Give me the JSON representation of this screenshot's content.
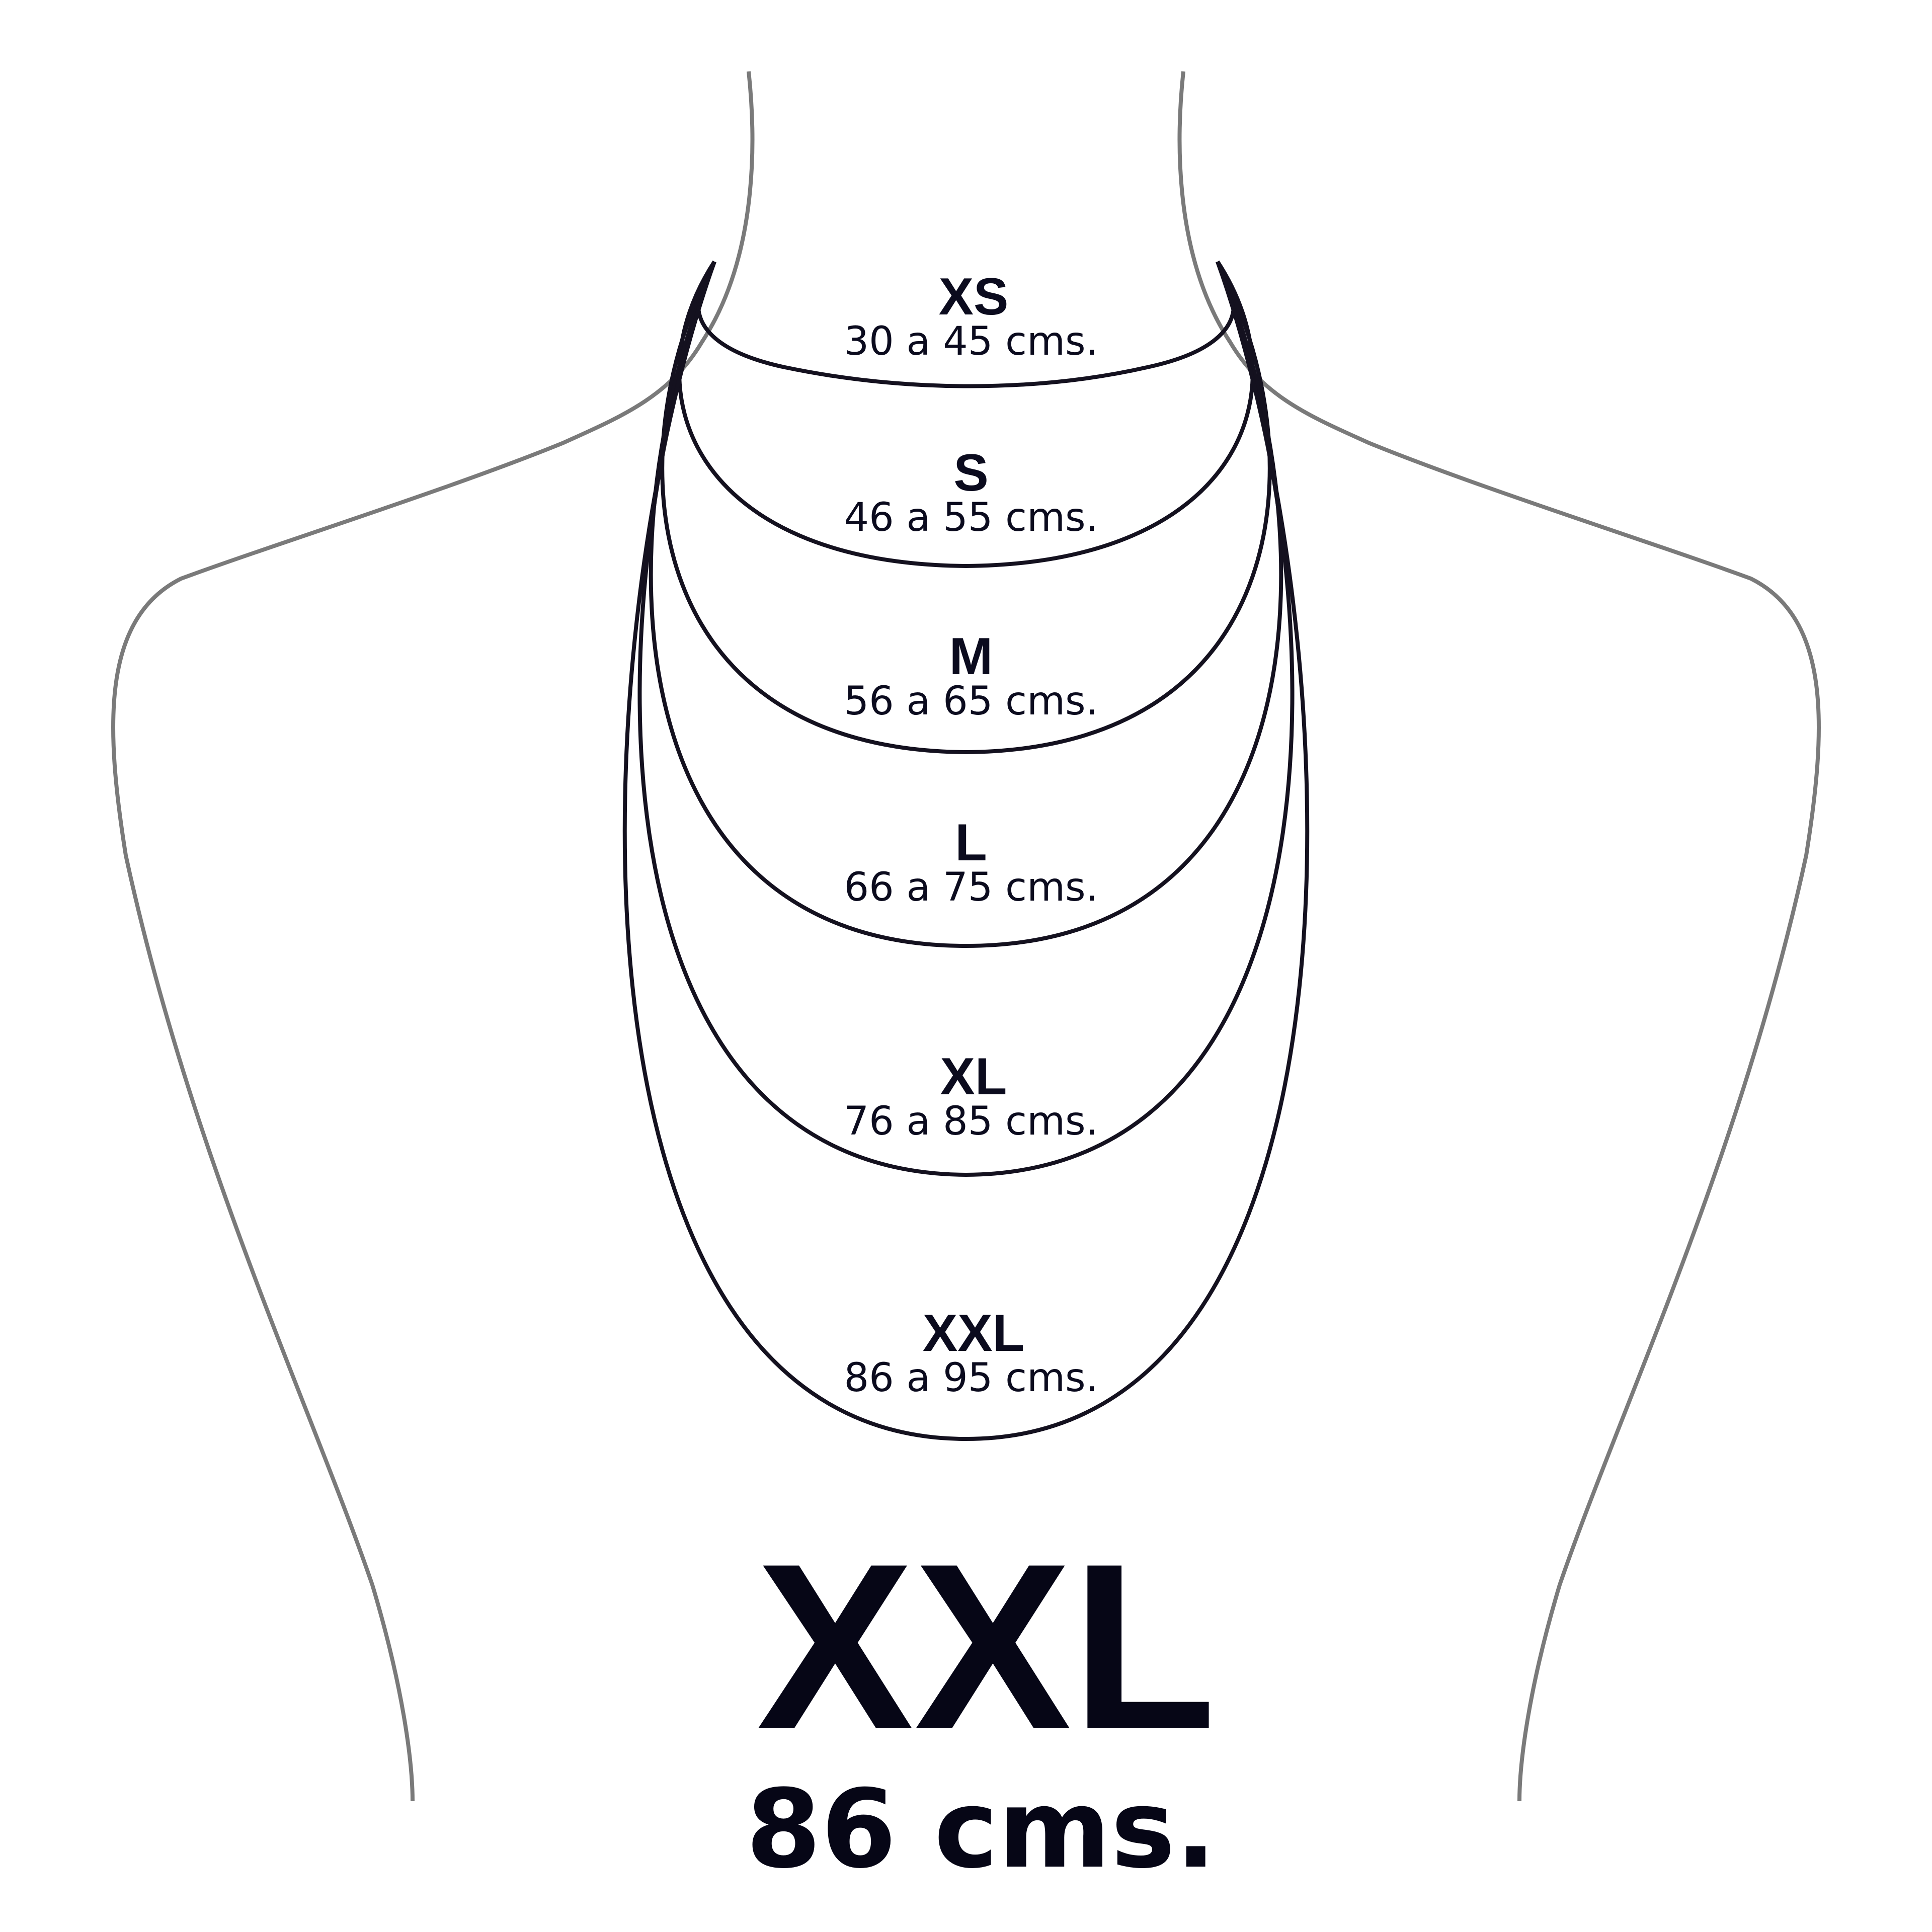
{
  "sizes": [
    {
      "name": "XS",
      "range": "30 a 45 cms."
    },
    {
      "name": "S",
      "range": "46 a 55 cms."
    },
    {
      "name": "M",
      "range": "56 a 65 cms."
    },
    {
      "name": "L",
      "range": "66 a 75 cms."
    },
    {
      "name": "XL",
      "range": "76 a 85 cms."
    },
    {
      "name": "XXL",
      "range": "86 a 95 cms."
    }
  ],
  "selected": {
    "size": "XXL",
    "length": "86 cms."
  },
  "colors": {
    "body_outline": "#7a7a7a",
    "necklace": "#14111f",
    "text": "#0b0b1e"
  }
}
